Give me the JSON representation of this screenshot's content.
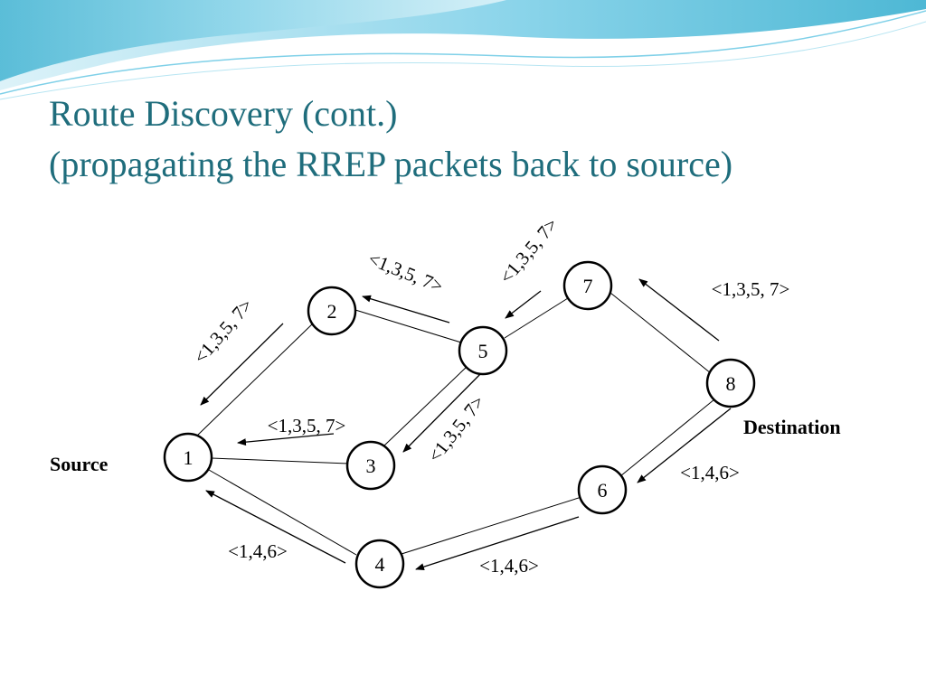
{
  "slide": {
    "title_line1": "Route Discovery (cont.)",
    "title_line2": "(propagating the RREP packets back to source)",
    "accent_color": "#1f6d7c",
    "header_colors": [
      "#3ab0d0",
      "#8fd6ea",
      "#d9f1f8"
    ]
  },
  "diagram": {
    "nodes": [
      "1",
      "2",
      "3",
      "4",
      "5",
      "6",
      "7",
      "8"
    ],
    "source_label": "Source",
    "destination_label": "Destination",
    "edges": [
      {
        "from": "1",
        "to": "2"
      },
      {
        "from": "1",
        "to": "3"
      },
      {
        "from": "1",
        "to": "4"
      },
      {
        "from": "2",
        "to": "5"
      },
      {
        "from": "3",
        "to": "5"
      },
      {
        "from": "5",
        "to": "7"
      },
      {
        "from": "7",
        "to": "8"
      },
      {
        "from": "4",
        "to": "6"
      },
      {
        "from": "6",
        "to": "8"
      }
    ],
    "rrep_arrows": [
      {
        "from": "2",
        "to": "1",
        "label": "<1,3,5, 7>"
      },
      {
        "from": "5",
        "to": "2",
        "label": "<1,3,5, 7>"
      },
      {
        "from": "7",
        "to": "5",
        "label": "<1,3,5, 7>"
      },
      {
        "from": "8",
        "to": "7",
        "label": "<1,3,5, 7>"
      },
      {
        "from": "3",
        "to": "1",
        "label": "<1,3,5, 7>"
      },
      {
        "from": "5",
        "to": "3",
        "label": "<1,3,5, 7>"
      },
      {
        "from": "8",
        "to": "6",
        "label": "<1,4,6>"
      },
      {
        "from": "6",
        "to": "4",
        "label": "<1,4,6>"
      },
      {
        "from": "4",
        "to": "1",
        "label": "<1,4,6>"
      }
    ]
  }
}
